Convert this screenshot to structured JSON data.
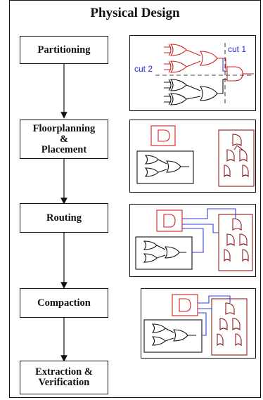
{
  "title": "Physical Design",
  "steps": [
    {
      "label": "Partitioning"
    },
    {
      "label": "Floorplanning\n&\nPlacement"
    },
    {
      "label": "Routing"
    },
    {
      "label": "Compaction"
    },
    {
      "label": "Extraction &\nVerification"
    }
  ],
  "cut_labels": {
    "cut1": "cut 1",
    "cut2": "cut 2"
  },
  "colors": {
    "red_logic": "#d02020",
    "dark_logic": "#8b1a1a",
    "black_logic": "#111111",
    "wire": "#2f3fd8",
    "cut_line": "#444444"
  }
}
